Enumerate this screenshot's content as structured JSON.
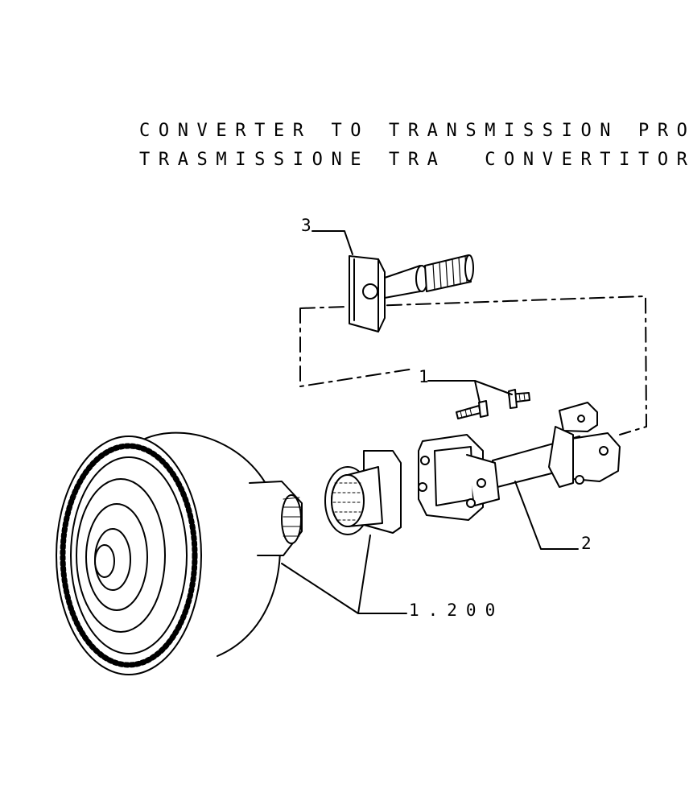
{
  "titles": {
    "line1": "CONVERTER TO TRANSMISSION PROP",
    "line2": "TRASMISSIONE TRA  CONVERTITORE"
  },
  "callouts": {
    "bolts": "1",
    "shaft": "2",
    "yoke": "3",
    "ref": "1.200"
  }
}
